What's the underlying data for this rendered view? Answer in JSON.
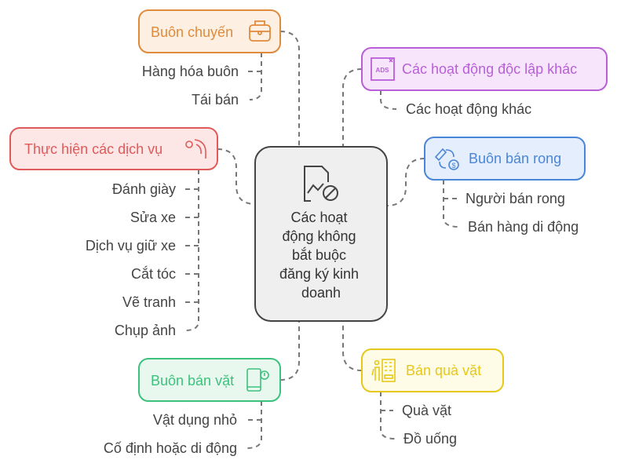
{
  "center": {
    "lines": [
      "Các hoạt",
      "động không",
      "bắt buộc",
      "đăng ký kinh",
      "doanh"
    ],
    "icon": "document-ban-icon"
  },
  "nodes": {
    "buon_chuyen": {
      "label": "Buôn chuyến",
      "icon": "briefcase-icon",
      "color": "#e08a3c",
      "children": [
        "Hàng hóa buôn",
        "Tái bán"
      ]
    },
    "doc_lap": {
      "label": "Các hoạt động độc lập khác",
      "icon": "ads-icon",
      "color": "#b85fd8",
      "children": [
        "Các hoạt động khác"
      ]
    },
    "dich_vu": {
      "label": "Thực hiện các dịch vụ",
      "icon": "hand-gear-icon",
      "color": "#e05a5a",
      "children": [
        "Đánh giày",
        "Sửa xe",
        "Dịch vụ giữ xe",
        "Cắt tóc",
        "Vẽ tranh",
        "Chụp ảnh"
      ]
    },
    "ban_rong": {
      "label": "Buôn bán rong",
      "icon": "exchange-money-icon",
      "color": "#4a86d8",
      "children": [
        "Người bán rong",
        "Bán hàng di động"
      ]
    },
    "ban_vat": {
      "label": "Buôn bán vặt",
      "icon": "phone-alert-icon",
      "color": "#3cc27c",
      "children": [
        "Vật dụng nhỏ",
        "Cố định hoặc di động"
      ]
    },
    "qua_vat": {
      "label": "Bán quà vặt",
      "icon": "vending-machine-icon",
      "color": "#e6c81a",
      "children": [
        "Quà vặt",
        "Đồ uống"
      ]
    }
  }
}
